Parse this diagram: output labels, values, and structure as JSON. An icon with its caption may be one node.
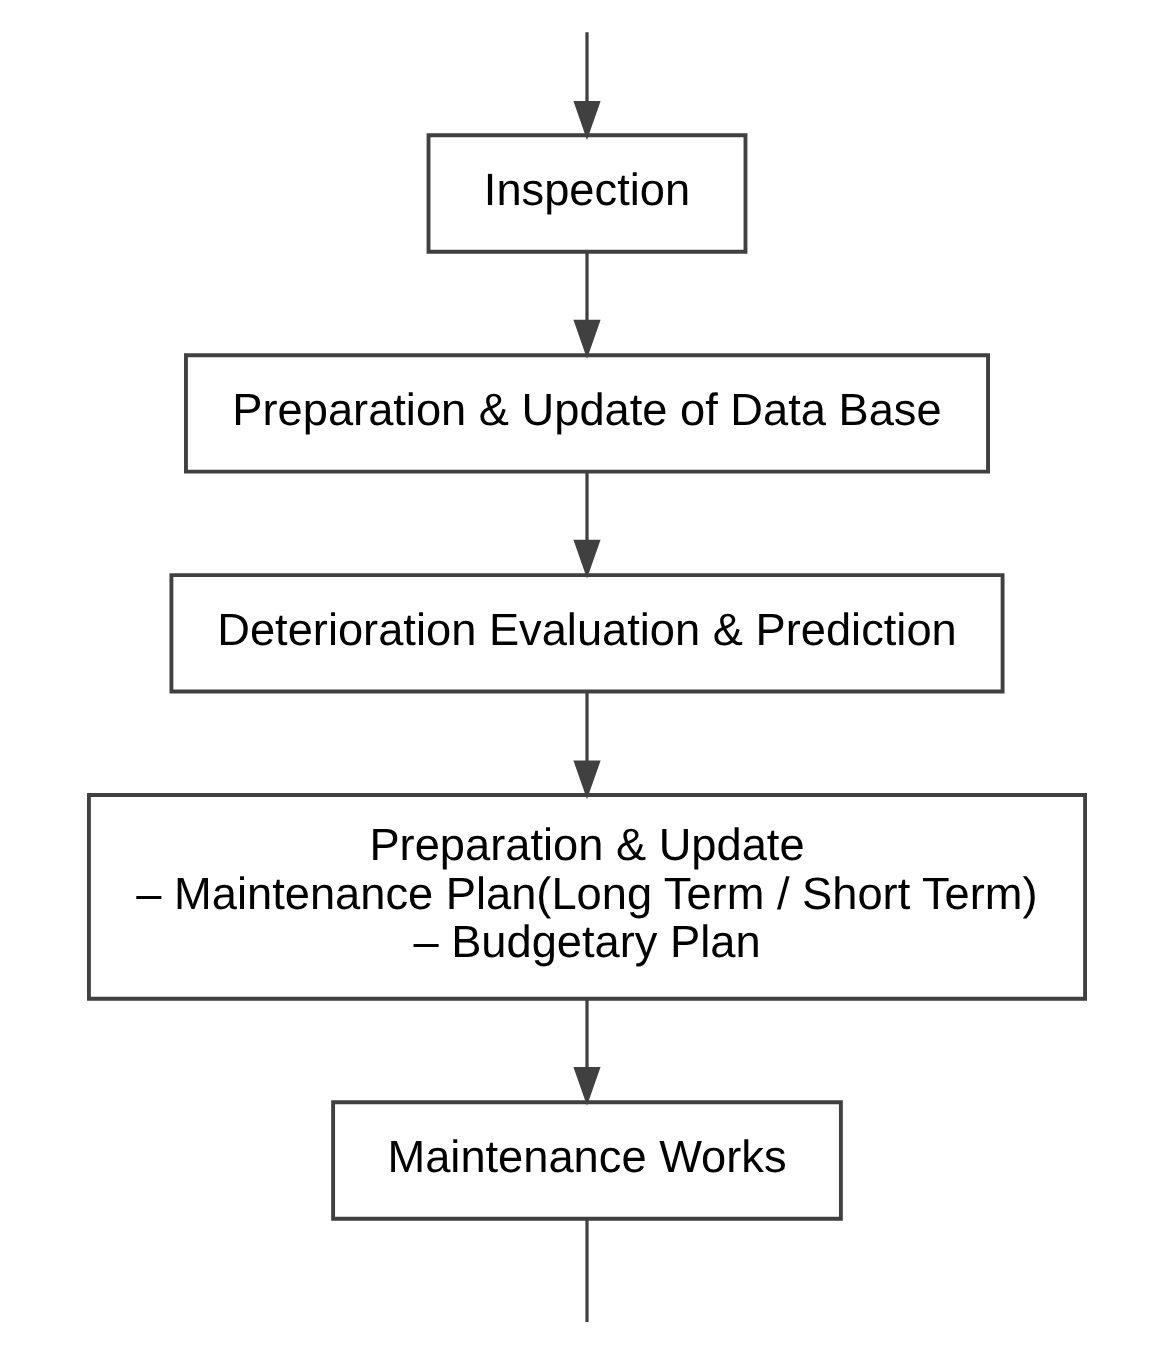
{
  "diagram": {
    "nodes": [
      {
        "text": [
          "Inspection"
        ]
      },
      {
        "text": [
          "Preparation & Update of Data Base"
        ]
      },
      {
        "text": [
          "Deterioration Evaluation & Prediction"
        ]
      },
      {
        "text": [
          "Preparation & Update",
          "– Maintenance Plan(Long Term / Short Term)",
          "– Budgetary Plan"
        ]
      },
      {
        "text": [
          "Maintenance Works"
        ]
      }
    ],
    "edges": [
      {
        "from": null,
        "to": 0,
        "arrow": "to"
      },
      {
        "from": 0,
        "to": 1,
        "arrow": "to"
      },
      {
        "from": 1,
        "to": 2,
        "arrow": "to"
      },
      {
        "from": 2,
        "to": 3,
        "arrow": "to"
      },
      {
        "from": 3,
        "to": 4,
        "arrow": "to"
      },
      {
        "from": 4,
        "to": null,
        "arrow": "none"
      }
    ]
  }
}
